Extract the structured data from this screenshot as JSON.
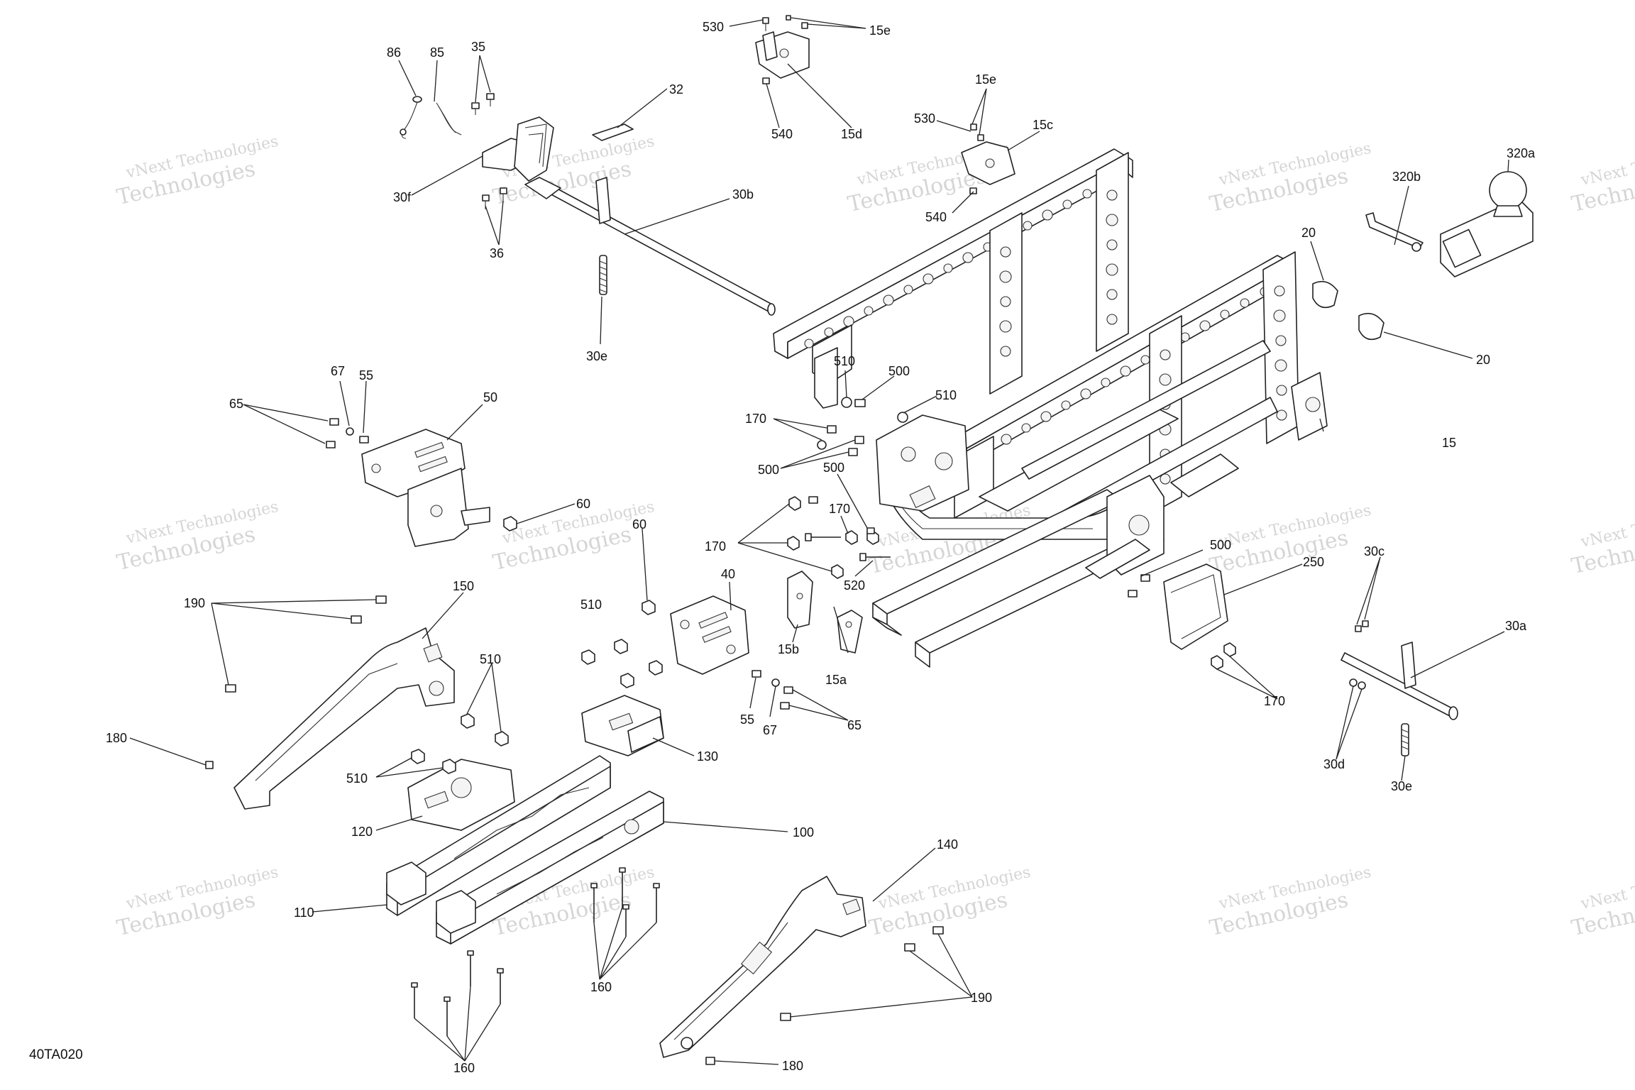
{
  "diagram_code": "40TA020",
  "watermark": {
    "line1": "vNext Technologies",
    "line2": "Technologies"
  },
  "callouts": [
    {
      "id": "c-530-top",
      "text": "530"
    },
    {
      "id": "c-15e-top",
      "text": "15e"
    },
    {
      "id": "c-86",
      "text": "86"
    },
    {
      "id": "c-85",
      "text": "85"
    },
    {
      "id": "c-35",
      "text": "35"
    },
    {
      "id": "c-32",
      "text": "32"
    },
    {
      "id": "c-540-top",
      "text": "540"
    },
    {
      "id": "c-15d",
      "text": "15d"
    },
    {
      "id": "c-15e-mid",
      "text": "15e"
    },
    {
      "id": "c-530-mid",
      "text": "530"
    },
    {
      "id": "c-15c",
      "text": "15c"
    },
    {
      "id": "c-30f",
      "text": "30f"
    },
    {
      "id": "c-30b",
      "text": "30b"
    },
    {
      "id": "c-540-mid",
      "text": "540"
    },
    {
      "id": "c-320a",
      "text": "320a"
    },
    {
      "id": "c-320b",
      "text": "320b"
    },
    {
      "id": "c-36",
      "text": "36"
    },
    {
      "id": "c-20-top",
      "text": "20"
    },
    {
      "id": "c-20-bot",
      "text": "20"
    },
    {
      "id": "c-30e-top",
      "text": "30e"
    },
    {
      "id": "c-67-top",
      "text": "67"
    },
    {
      "id": "c-55-top",
      "text": "55"
    },
    {
      "id": "c-510-a",
      "text": "510"
    },
    {
      "id": "c-500-a",
      "text": "500"
    },
    {
      "id": "c-510-b",
      "text": "510"
    },
    {
      "id": "c-65-top",
      "text": "65"
    },
    {
      "id": "c-50",
      "text": "50"
    },
    {
      "id": "c-170-a",
      "text": "170"
    },
    {
      "id": "c-15",
      "text": "15"
    },
    {
      "id": "c-500-b",
      "text": "500"
    },
    {
      "id": "c-500-c",
      "text": "500"
    },
    {
      "id": "c-60-a",
      "text": "60"
    },
    {
      "id": "c-170-b",
      "text": "170"
    },
    {
      "id": "c-60-b",
      "text": "60"
    },
    {
      "id": "c-170-c",
      "text": "170"
    },
    {
      "id": "c-500-d",
      "text": "500"
    },
    {
      "id": "c-250",
      "text": "250"
    },
    {
      "id": "c-30c",
      "text": "30c"
    },
    {
      "id": "c-40",
      "text": "40"
    },
    {
      "id": "c-520",
      "text": "520"
    },
    {
      "id": "c-150",
      "text": "150"
    },
    {
      "id": "c-190-top",
      "text": "190"
    },
    {
      "id": "c-510-c",
      "text": "510"
    },
    {
      "id": "c-30a",
      "text": "30a"
    },
    {
      "id": "c-15b",
      "text": "15b"
    },
    {
      "id": "c-510-d",
      "text": "510"
    },
    {
      "id": "c-15a",
      "text": "15a"
    },
    {
      "id": "c-170-d",
      "text": "170"
    },
    {
      "id": "c-55-bot",
      "text": "55"
    },
    {
      "id": "c-65-bot",
      "text": "65"
    },
    {
      "id": "c-67-bot",
      "text": "67"
    },
    {
      "id": "c-130",
      "text": "130"
    },
    {
      "id": "c-180-top",
      "text": "180"
    },
    {
      "id": "c-30d",
      "text": "30d"
    },
    {
      "id": "c-30e-bot",
      "text": "30e"
    },
    {
      "id": "c-510-e",
      "text": "510"
    },
    {
      "id": "c-120",
      "text": "120"
    },
    {
      "id": "c-100",
      "text": "100"
    },
    {
      "id": "c-140",
      "text": "140"
    },
    {
      "id": "c-110",
      "text": "110"
    },
    {
      "id": "c-160-top",
      "text": "160"
    },
    {
      "id": "c-190-bot",
      "text": "190"
    },
    {
      "id": "c-160-bot",
      "text": "160"
    },
    {
      "id": "c-180-bot",
      "text": "180"
    }
  ]
}
